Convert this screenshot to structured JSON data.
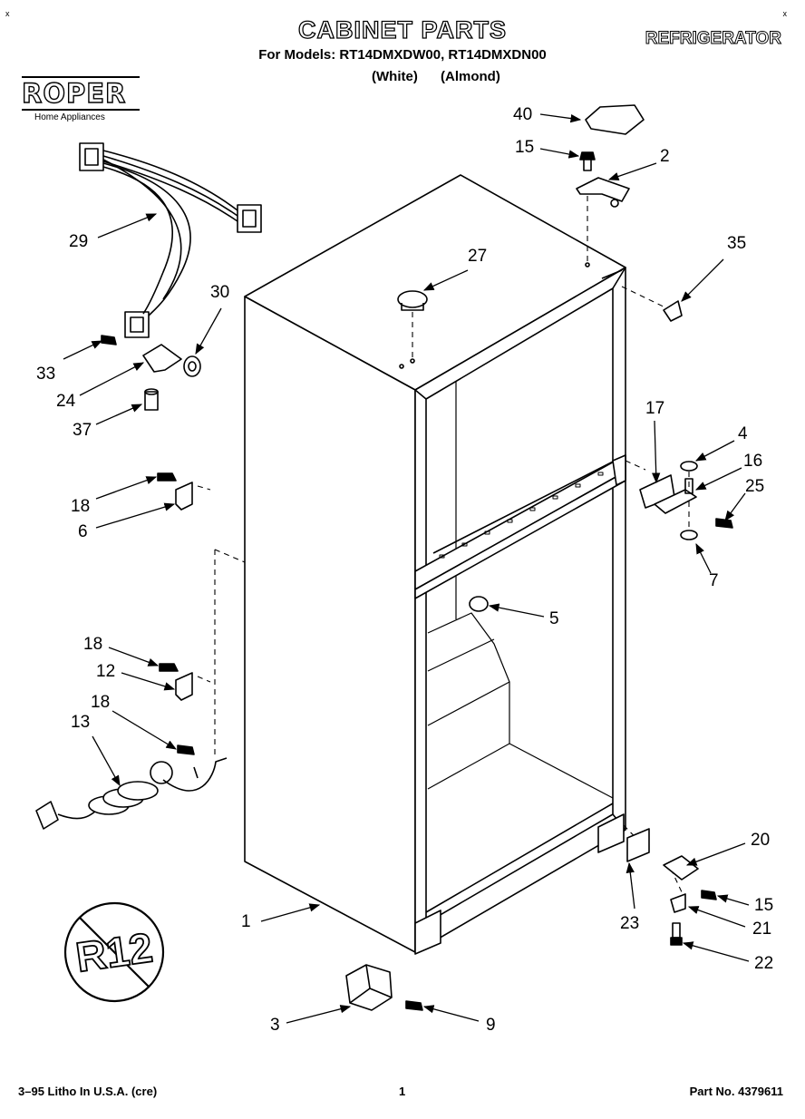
{
  "header": {
    "title": "CABINET PARTS",
    "models": "For Models: RT14DMXDW00, RT14DMXDN00",
    "color_white": "(White)",
    "color_almond": "(Almond)",
    "category": "REFRIGERATOR"
  },
  "logo": {
    "brand": "ROPER",
    "tagline": "Home Appliances"
  },
  "symbols": {
    "r12_text": "R12"
  },
  "parts": [
    {
      "id": "p40",
      "num": "40"
    },
    {
      "id": "p15a",
      "num": "15"
    },
    {
      "id": "p2",
      "num": "2"
    },
    {
      "id": "p35",
      "num": "35"
    },
    {
      "id": "p27",
      "num": "27"
    },
    {
      "id": "p29",
      "num": "29"
    },
    {
      "id": "p30",
      "num": "30"
    },
    {
      "id": "p33",
      "num": "33"
    },
    {
      "id": "p24",
      "num": "24"
    },
    {
      "id": "p37",
      "num": "37"
    },
    {
      "id": "p17",
      "num": "17"
    },
    {
      "id": "p4",
      "num": "4"
    },
    {
      "id": "p16",
      "num": "16"
    },
    {
      "id": "p25",
      "num": "25"
    },
    {
      "id": "p7",
      "num": "7"
    },
    {
      "id": "p18a",
      "num": "18"
    },
    {
      "id": "p6",
      "num": "6"
    },
    {
      "id": "p5",
      "num": "5"
    },
    {
      "id": "p18b",
      "num": "18"
    },
    {
      "id": "p12",
      "num": "12"
    },
    {
      "id": "p18c",
      "num": "18"
    },
    {
      "id": "p13",
      "num": "13"
    },
    {
      "id": "p20",
      "num": "20"
    },
    {
      "id": "p15b",
      "num": "15"
    },
    {
      "id": "p23",
      "num": "23"
    },
    {
      "id": "p21",
      "num": "21"
    },
    {
      "id": "p22",
      "num": "22"
    },
    {
      "id": "p1",
      "num": "1"
    },
    {
      "id": "p3",
      "num": "3"
    },
    {
      "id": "p9",
      "num": "9"
    }
  ],
  "footer": {
    "litho": "3–95 Litho In U.S.A. (cre)",
    "page": "1",
    "part_no": "Part No. 4379611"
  },
  "corner_marks": {
    "left": "x",
    "right": "x"
  }
}
